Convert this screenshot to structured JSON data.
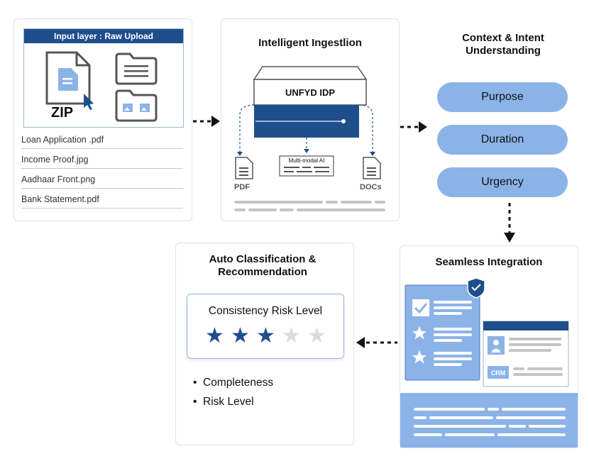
{
  "input_panel": {
    "header": "Input layer : Raw Upload",
    "zip_label": "ZIP",
    "files": [
      "Loan Application .pdf",
      "Income Proof.jpg",
      "Aadhaar Front.png",
      "Bank Statement.pdf"
    ]
  },
  "ingestion_panel": {
    "title": "Intelligent Ingestlion",
    "engine_label": "UNFYD IDP",
    "ai_label": "Multi-modal AI",
    "pdf_label": "PDF",
    "docs_label": "DOCs"
  },
  "context_panel": {
    "title_line1": "Context & Intent",
    "title_line2": "Understanding",
    "pills": [
      "Purpose",
      "Duration",
      "Urgency"
    ]
  },
  "integration_panel": {
    "title": "Seamless Integration",
    "crm_label": "CRM"
  },
  "classification_panel": {
    "title_line1": "Auto Classification &",
    "title_line2": "Recommendation",
    "risk_card_title": "Consistency Risk Level",
    "rating": 3,
    "rating_max": 5,
    "bullets": [
      "Completeness",
      "Risk Level"
    ]
  },
  "colors": {
    "navy": "#1f4e8c",
    "light_blue": "#8bb3e8",
    "star_filled": "#1f4e8c",
    "star_empty": "#dcdcdc"
  }
}
